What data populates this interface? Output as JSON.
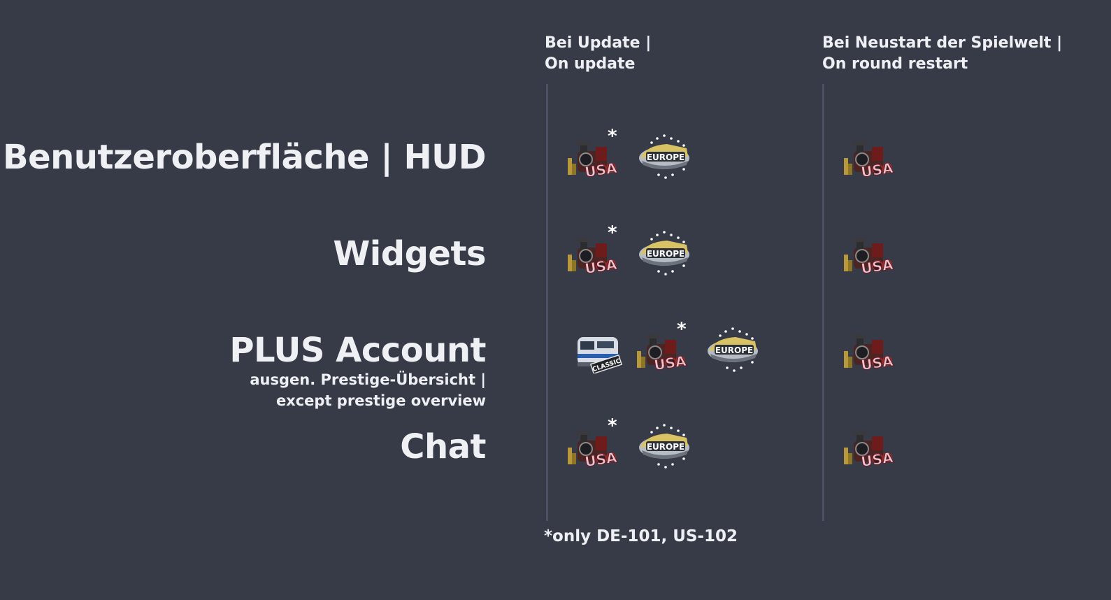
{
  "columns": {
    "update": {
      "line1": "Bei Update |",
      "line2": "On update"
    },
    "restart": {
      "line1": "Bei Neustart der Spielwelt |",
      "line2": "On round restart"
    }
  },
  "rows": {
    "hud": {
      "label": "Benutzeroberfläche | HUD"
    },
    "widgets": {
      "label": "Widgets"
    },
    "plus": {
      "label": "PLUS Account",
      "note1": "ausgen. Prestige-Übersicht |",
      "note2": "except prestige overview"
    },
    "chat": {
      "label": "Chat"
    }
  },
  "badges": {
    "usa": "USA",
    "europe": "EUROPE",
    "classic": "CLASSIC"
  },
  "marker": "*",
  "footnote": "*only DE-101, US-102"
}
